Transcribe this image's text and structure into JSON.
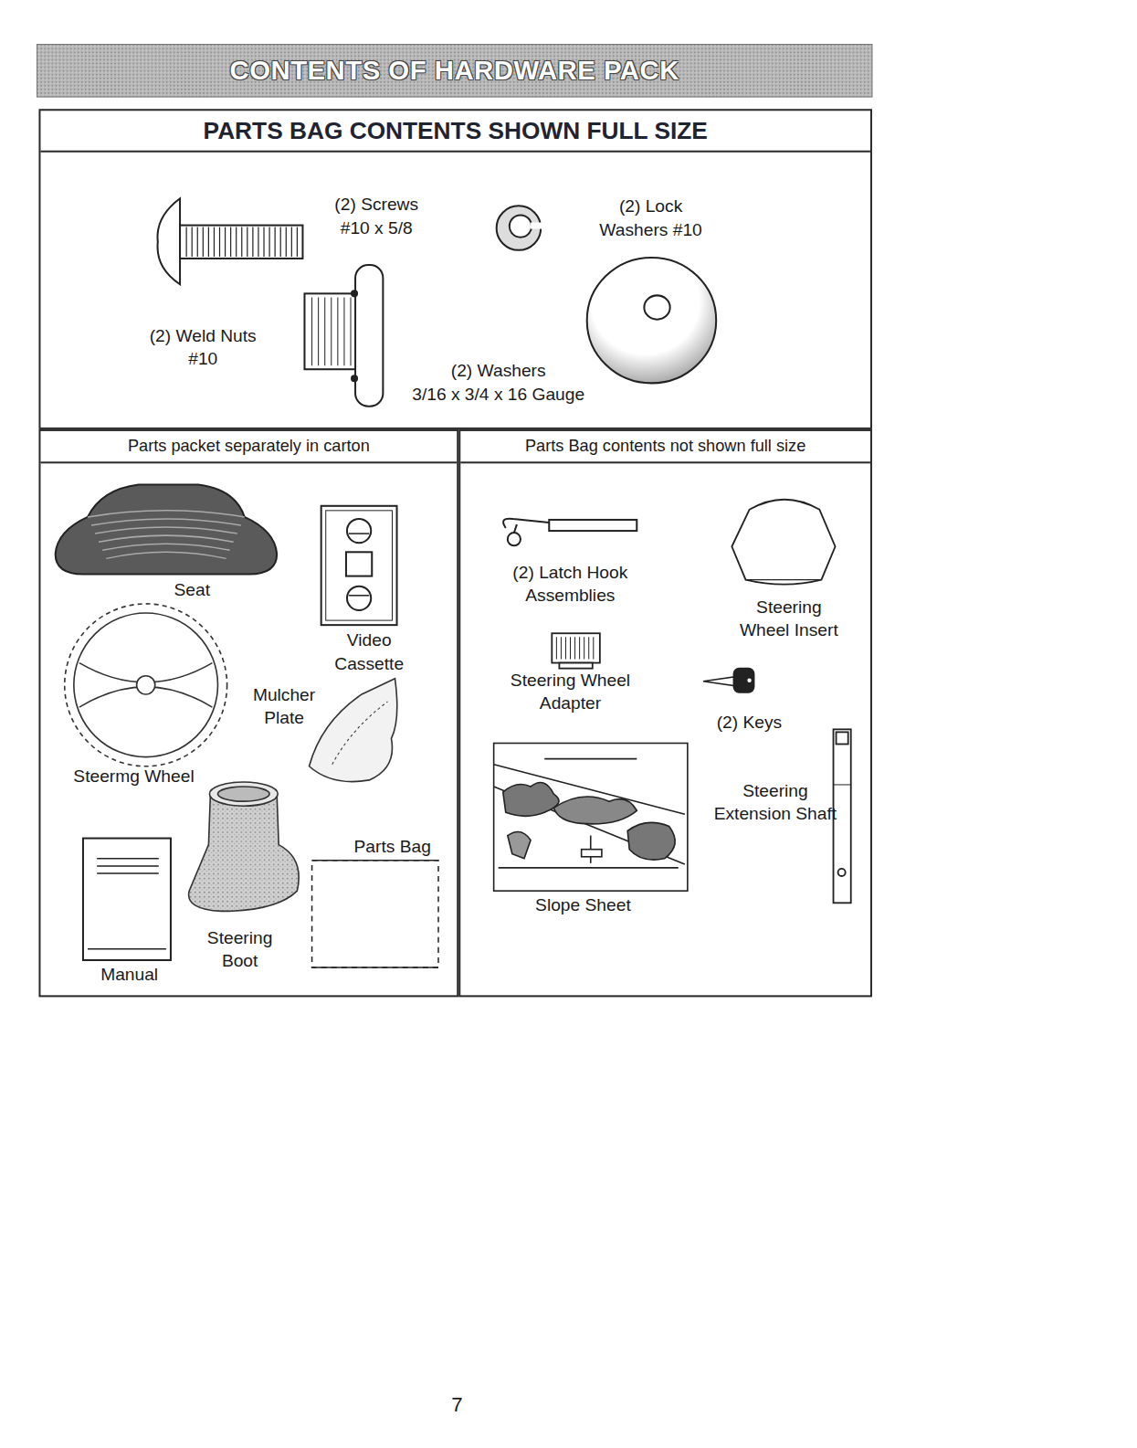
{
  "diagram": {
    "title": "CONTENTS OF HARDWARE PACK",
    "nodes": [
      {
        "text": [
          "PARTS BAG CONTENTS SHOWN FULL SIZE"
        ]
      },
      {
        "text": [
          "Parts packet separately in carton"
        ]
      },
      {
        "text": [
          "Parts Bag contents not shown full size"
        ]
      }
    ],
    "labels": [
      "(2) Screws #10 x 5/8",
      "(2) Lock Washers #10",
      "(2) Weld Nuts #10",
      "(2) Washers 3/16 x 3/4 x 16 Gauge",
      "Seat",
      "Video Cassette",
      "Steermg Wheel",
      "Mulcher Plate",
      "Steering Boot",
      "Parts Bag",
      "Manual",
      "(2) Latch Hook Assemblies",
      "Steering Wheel Insert",
      "Steering Wheel Adapter",
      "(2) Keys",
      "Steering Extension Shaft",
      "Slope Sheet",
      "7"
    ]
  }
}
